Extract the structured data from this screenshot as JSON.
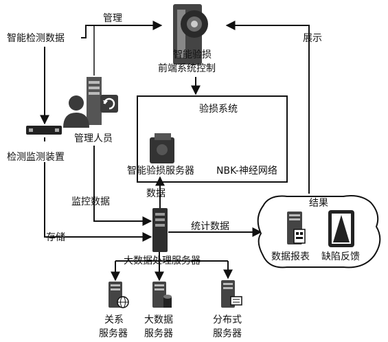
{
  "nodes": {
    "smart_detection_data": "智能检测数据",
    "manage_label": "管理",
    "frontend_title_line1": "智能验损",
    "frontend_title_line2": "前端系统控制",
    "show_label": "展示",
    "inspection_system": "验损系统",
    "admin": "管理人员",
    "detect_device": "检测监测装置",
    "smart_server": "智能验损服务器",
    "nbk_network": "NBK-神经网络",
    "monitor_data": "监控数据",
    "data_label": "数据",
    "storage_label": "存储",
    "stats_data": "统计数据",
    "big_data_server": "大数据处理服务器",
    "result_title": "结果",
    "data_report": "数据报表",
    "defect_feedback": "缺陷反馈",
    "relational_server_line1": "关系",
    "relational_server_line2": "服务器",
    "bigdata_server_line1": "大数据",
    "bigdata_server_line2": "服务器",
    "distributed_server_line1": "分布式",
    "distributed_server_line2": "服务器"
  },
  "icons": [
    "camera-device-icon",
    "admin-user-icon",
    "refresh-icon",
    "rack-device-icon",
    "ai-server-icon",
    "big-data-server-icon",
    "database-globe-icon",
    "database-cylinder-icon",
    "distributed-server-icon",
    "report-icon",
    "defect-feedback-icon"
  ]
}
